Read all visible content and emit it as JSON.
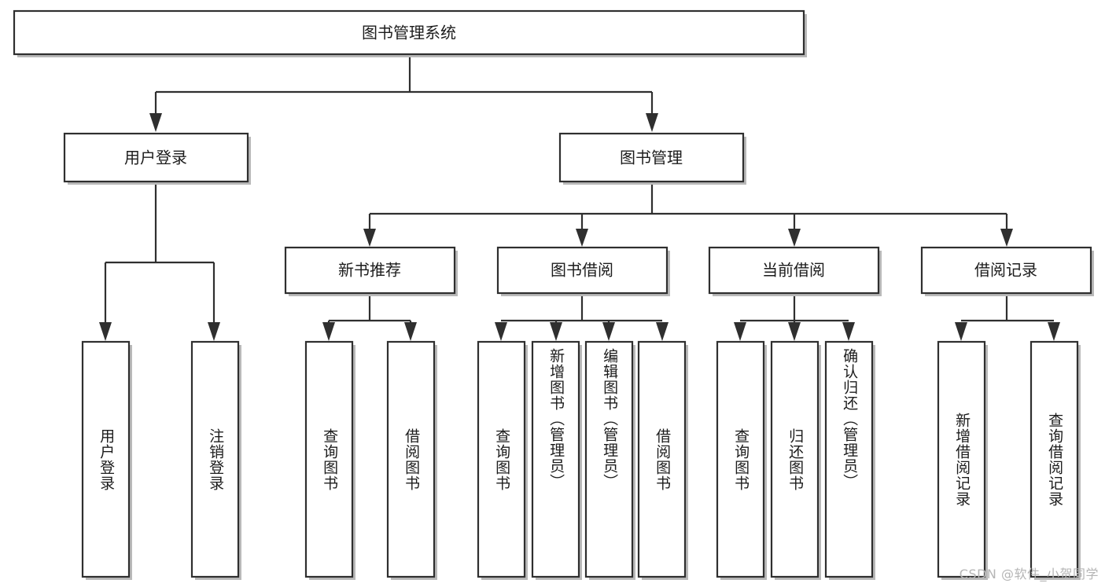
{
  "diagram": {
    "type": "tree",
    "title": "图书管理系统",
    "watermark": "CSDN @软件_小贺同学",
    "colors": {
      "box_stroke": "#2f2f2f",
      "box_fill": "#ffffff",
      "text": "#1c1c1c",
      "shadow": "#b9b9b9",
      "watermark": "#b5b5b5",
      "background": "#ffffff"
    },
    "root": {
      "label": "图书管理系统"
    },
    "level2": [
      {
        "label": "用户登录"
      },
      {
        "label": "图书管理"
      }
    ],
    "level3": [
      {
        "label": "新书推荐"
      },
      {
        "label": "图书借阅"
      },
      {
        "label": "当前借阅"
      },
      {
        "label": "借阅记录"
      }
    ],
    "leaves": {
      "user_login": [
        {
          "label": "用户登录"
        },
        {
          "label": "注销登录"
        }
      ],
      "new_book": [
        {
          "label": "查询图书"
        },
        {
          "label": "借阅图书"
        }
      ],
      "book_borrow": [
        {
          "label": "查询图书"
        },
        {
          "label": "新增图书（管理员）"
        },
        {
          "label": "编辑图书（管理员）"
        },
        {
          "label": "借阅图书"
        }
      ],
      "current_borrow": [
        {
          "label": "查询图书"
        },
        {
          "label": "归还图书"
        },
        {
          "label": "确认归还（管理员）"
        }
      ],
      "borrow_record": [
        {
          "label": "新增借阅记录"
        },
        {
          "label": "查询借阅记录"
        }
      ]
    }
  }
}
